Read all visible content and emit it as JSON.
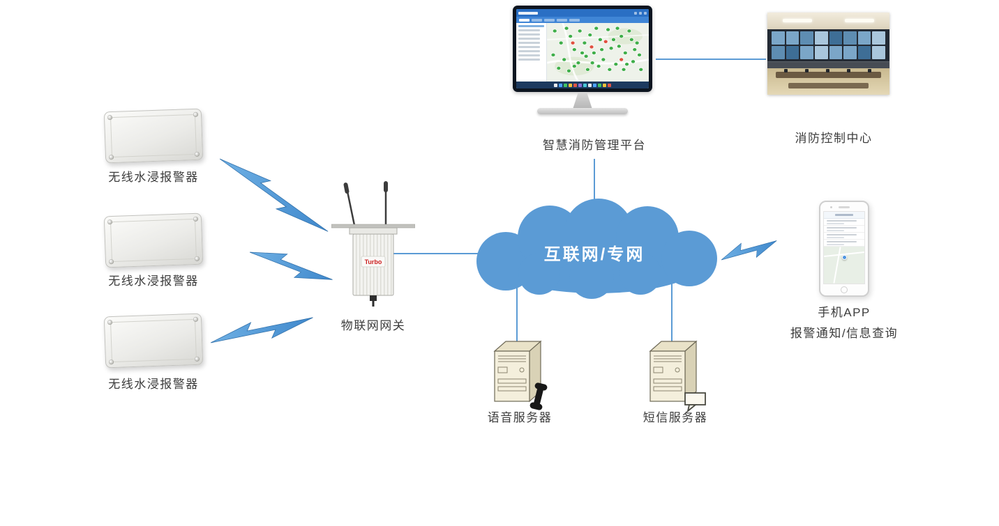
{
  "colors": {
    "connector": "#5b9bd5",
    "bolt": "#4f97d5",
    "cloud": "#5b9bd5",
    "label": "#3c3c3c"
  },
  "nodes": {
    "alarms": [
      {
        "label": "无线水浸报警器"
      },
      {
        "label": "无线水浸报警器"
      },
      {
        "label": "无线水浸报警器"
      }
    ],
    "gateway": {
      "label": "物联网网关",
      "brand": "Turbo"
    },
    "cloud": {
      "label": "互联网/专网"
    },
    "platform": {
      "label": "智慧消防管理平台"
    },
    "control_center": {
      "label": "消防控制中心"
    },
    "mobile_app": {
      "label_line1": "手机APP",
      "label_line2": "报警通知/信息查询"
    },
    "voice_server": {
      "label": "语音服务器"
    },
    "sms_server": {
      "label": "短信服务器"
    }
  }
}
